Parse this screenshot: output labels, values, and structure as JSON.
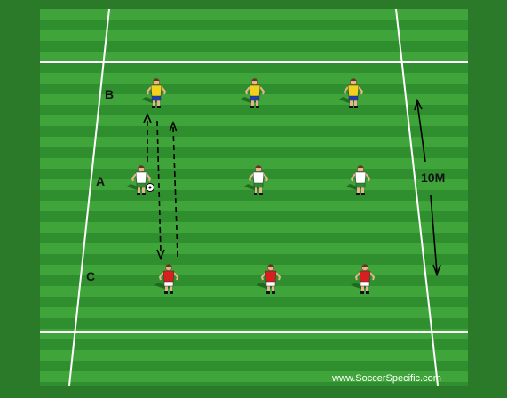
{
  "diagram": {
    "row_labels": {
      "a": "A",
      "b": "B",
      "c": "C"
    },
    "distance_label": "10M",
    "watermark": "www.SoccerSpecific.com",
    "teams": {
      "b": {
        "shirt": "#f2d21b",
        "shorts": "#1f3fb0"
      },
      "a": {
        "shirt": "#ffffff",
        "shorts": "#2a8f2a"
      },
      "c": {
        "shirt": "#d81e1e",
        "shorts": "#ffffff"
      }
    },
    "colors": {
      "outer": "#2a7a2a",
      "grass_light": "#3fa43a",
      "grass_dark": "#2f8f2e",
      "lines": "#ffffff",
      "arrows": "#000000"
    }
  }
}
